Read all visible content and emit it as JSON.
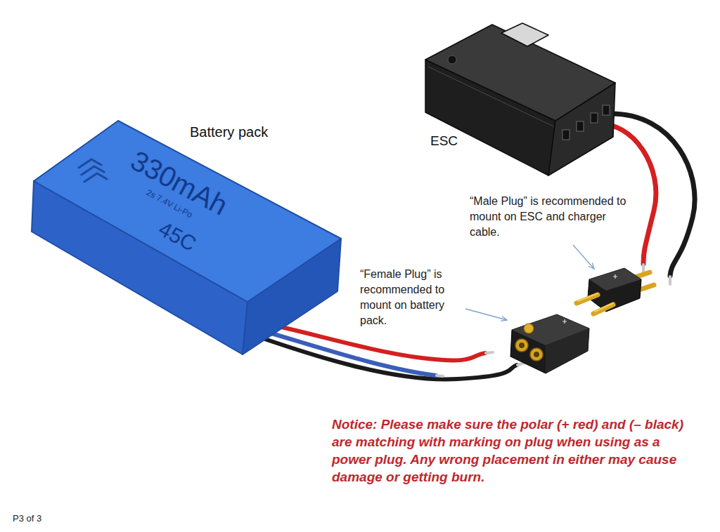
{
  "diagram": {
    "nodes": [
      {
        "text": [
          "Battery pack",
          "330mAh",
          "2s 7.4V Li-Po",
          "45C"
        ]
      },
      {
        "text": [
          "ESC"
        ]
      }
    ],
    "labels": [
      "“Male Plug” is recommended to mount on ESC and charger cable.",
      "“Female Plug” is recommended to mount on battery pack.",
      "Notice: Please make sure the polar (+ red) and (– black) are matching with marking on plug when using as a power plug. Any wrong placement in either may cause damage or getting burn.",
      "P3 of 3"
    ]
  }
}
